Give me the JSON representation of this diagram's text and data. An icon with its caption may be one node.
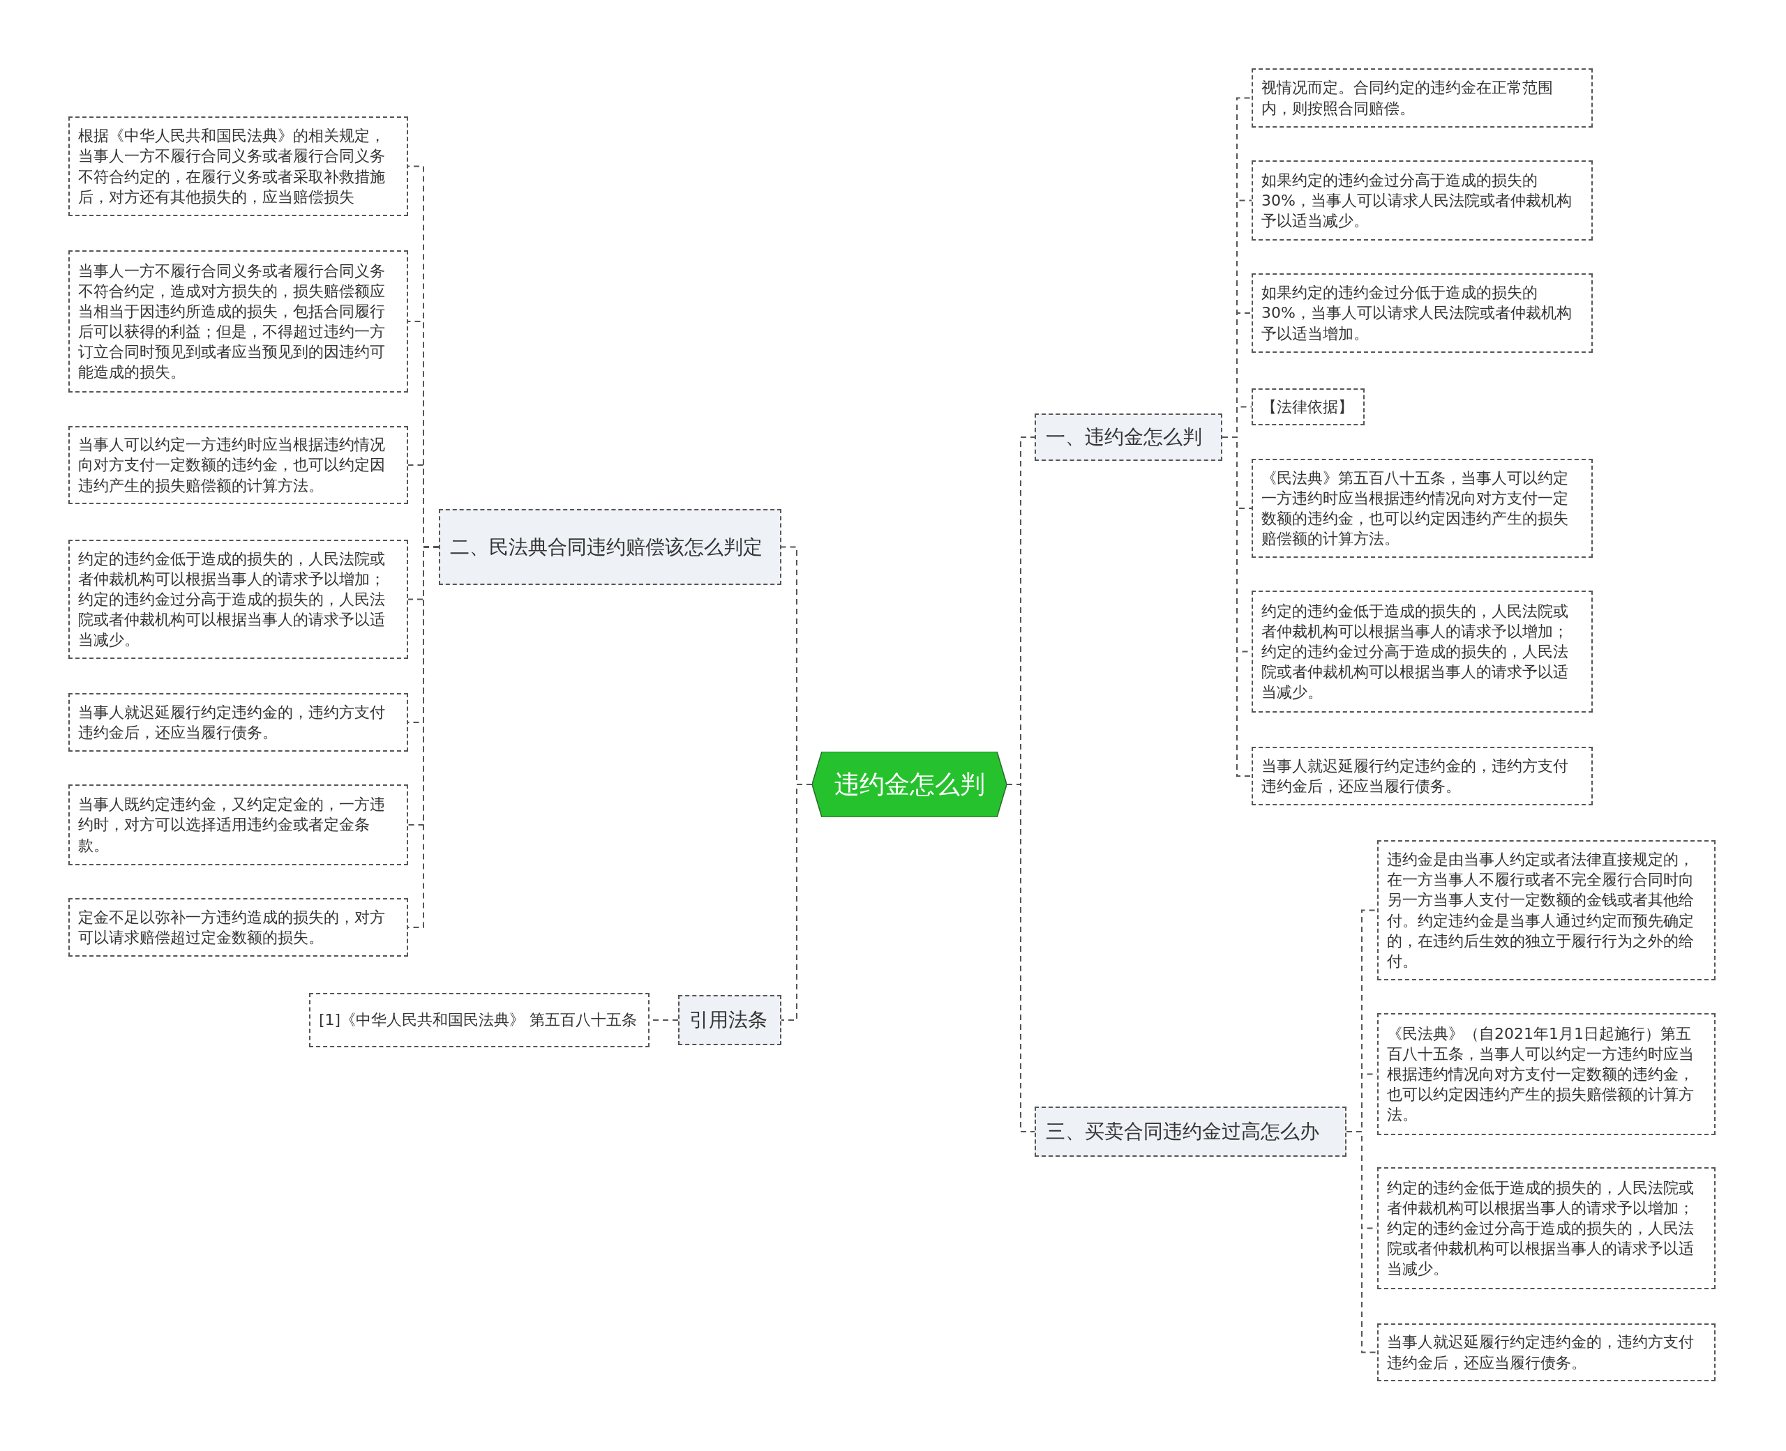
{
  "diagram": {
    "nodes": [
      {
        "text": [
          "违约金怎么判"
        ]
      },
      {
        "text": [
          "一、违约金怎么判"
        ]
      },
      {
        "text": [
          "视情况而定。合同约定的违约金在正常范围内，则按照合同赔偿。"
        ]
      },
      {
        "text": [
          "如果约定的违约金过分高于造成的损失的30%，当事人可以请求人民法院或者仲裁机构予以适当减少。"
        ]
      },
      {
        "text": [
          "如果约定的违约金过分低于造成的损失的30%，当事人可以请求人民法院或者仲裁机构予以适当增加。"
        ]
      },
      {
        "text": [
          "【法律依据】"
        ]
      },
      {
        "text": [
          "《民法典》第五百八十五条，当事人可以约定一方违约时应当根据违约情况向对方支付一定数额的违约金，也可以约定因违约产生的损失赔偿额的计算方法。"
        ]
      },
      {
        "text": [
          "约定的违约金低于造成的损失的，人民法院或者仲裁机构可以根据当事人的请求予以增加；约定的违约金过分高于造成的损失的，人民法院或者仲裁机构可以根据当事人的请求予以适当减少。"
        ]
      },
      {
        "text": [
          "当事人就迟延履行约定违约金的，违约方支付违约金后，还应当履行债务。"
        ]
      },
      {
        "text": [
          "二、民法典合同违约赔偿该怎么判定"
        ]
      },
      {
        "text": [
          "根据《中华人民共和国民法典》的相关规定，当事人一方不履行合同义务或者履行合同义务不符合约定的，在履行义务或者采取补救措施后，对方还有其他损失的，应当赔偿损失"
        ]
      },
      {
        "text": [
          "当事人一方不履行合同义务或者履行合同义务不符合约定，造成对方损失的，损失赔偿额应当相当于因违约所造成的损失，包括合同履行后可以获得的利益；但是，不得超过违约一方订立合同时预见到或者应当预见到的因违约可能造成的损失。"
        ]
      },
      {
        "text": [
          "当事人可以约定一方违约时应当根据违约情况向对方支付一定数额的违约金，也可以约定因违约产生的损失赔偿额的计算方法。"
        ]
      },
      {
        "text": [
          "约定的违约金低于造成的损失的，人民法院或者仲裁机构可以根据当事人的请求予以增加；约定的违约金过分高于造成的损失的，人民法院或者仲裁机构可以根据当事人的请求予以适当减少。"
        ]
      },
      {
        "text": [
          "当事人就迟延履行约定违约金的，违约方支付违约金后，还应当履行债务。"
        ]
      },
      {
        "text": [
          "当事人既约定违约金，又约定定金的，一方违约时，对方可以选择适用违约金或者定金条款。"
        ]
      },
      {
        "text": [
          "定金不足以弥补一方违约造成的损失的，对方可以请求赔偿超过定金数额的损失。"
        ]
      },
      {
        "text": [
          "引用法条"
        ]
      },
      {
        "text": [
          "[1]《中华人民共和国民法典》 第五百八十五条"
        ]
      },
      {
        "text": [
          "三、买卖合同违约金过高怎么办"
        ]
      },
      {
        "text": [
          "违约金是由当事人约定或者法律直接规定的，在一方当事人不履行或者不完全履行合同时向另一方当事人支付一定数额的金钱或者其他给付。约定违约金是当事人通过约定而预先确定的，在违约后生效的独立于履行行为之外的给付。"
        ]
      },
      {
        "text": [
          "《民法典》（自2021年1月1日起施行）第五百八十五条，当事人可以约定一方违约时应当根据违约情况向对方支付一定数额的违约金，也可以约定因违约产生的损失赔偿额的计算方法。"
        ]
      },
      {
        "text": [
          "约定的违约金低于造成的损失的，人民法院或者仲裁机构可以根据当事人的请求予以增加；约定的违约金过分高于造成的损失的，人民法院或者仲裁机构可以根据当事人的请求予以适当减少。"
        ]
      },
      {
        "text": [
          "当事人就迟延履行约定违约金的，违约方支付违约金后，还应当履行债务。"
        ]
      }
    ],
    "edges": [
      {
        "from": 0,
        "to": 1,
        "arrow": "none",
        "style": "dashed"
      },
      {
        "from": 1,
        "to": 2,
        "arrow": "none",
        "style": "dashed"
      },
      {
        "from": 1,
        "to": 3,
        "arrow": "none",
        "style": "dashed"
      },
      {
        "from": 1,
        "to": 4,
        "arrow": "none",
        "style": "dashed"
      },
      {
        "from": 1,
        "to": 5,
        "arrow": "none",
        "style": "dashed"
      },
      {
        "from": 1,
        "to": 6,
        "arrow": "none",
        "style": "dashed"
      },
      {
        "from": 1,
        "to": 7,
        "arrow": "none",
        "style": "dashed"
      },
      {
        "from": 1,
        "to": 8,
        "arrow": "none",
        "style": "dashed"
      },
      {
        "from": 0,
        "to": 9,
        "arrow": "none",
        "style": "dashed"
      },
      {
        "from": 9,
        "to": 10,
        "arrow": "none",
        "style": "dashed"
      },
      {
        "from": 9,
        "to": 11,
        "arrow": "none",
        "style": "dashed"
      },
      {
        "from": 9,
        "to": 12,
        "arrow": "none",
        "style": "dashed"
      },
      {
        "from": 9,
        "to": 13,
        "arrow": "none",
        "style": "dashed"
      },
      {
        "from": 9,
        "to": 14,
        "arrow": "none",
        "style": "dashed"
      },
      {
        "from": 9,
        "to": 15,
        "arrow": "none",
        "style": "dashed"
      },
      {
        "from": 9,
        "to": 16,
        "arrow": "none",
        "style": "dashed"
      },
      {
        "from": 0,
        "to": 17,
        "arrow": "none",
        "style": "dashed"
      },
      {
        "from": 17,
        "to": 18,
        "arrow": "none",
        "style": "dashed"
      },
      {
        "from": 0,
        "to": 19,
        "arrow": "none",
        "style": "dashed"
      },
      {
        "from": 19,
        "to": 20,
        "arrow": "none",
        "style": "dashed"
      },
      {
        "from": 19,
        "to": 21,
        "arrow": "none",
        "style": "dashed"
      },
      {
        "from": 19,
        "to": 22,
        "arrow": "none",
        "style": "dashed"
      },
      {
        "from": 19,
        "to": 23,
        "arrow": "none",
        "style": "dashed"
      }
    ]
  }
}
